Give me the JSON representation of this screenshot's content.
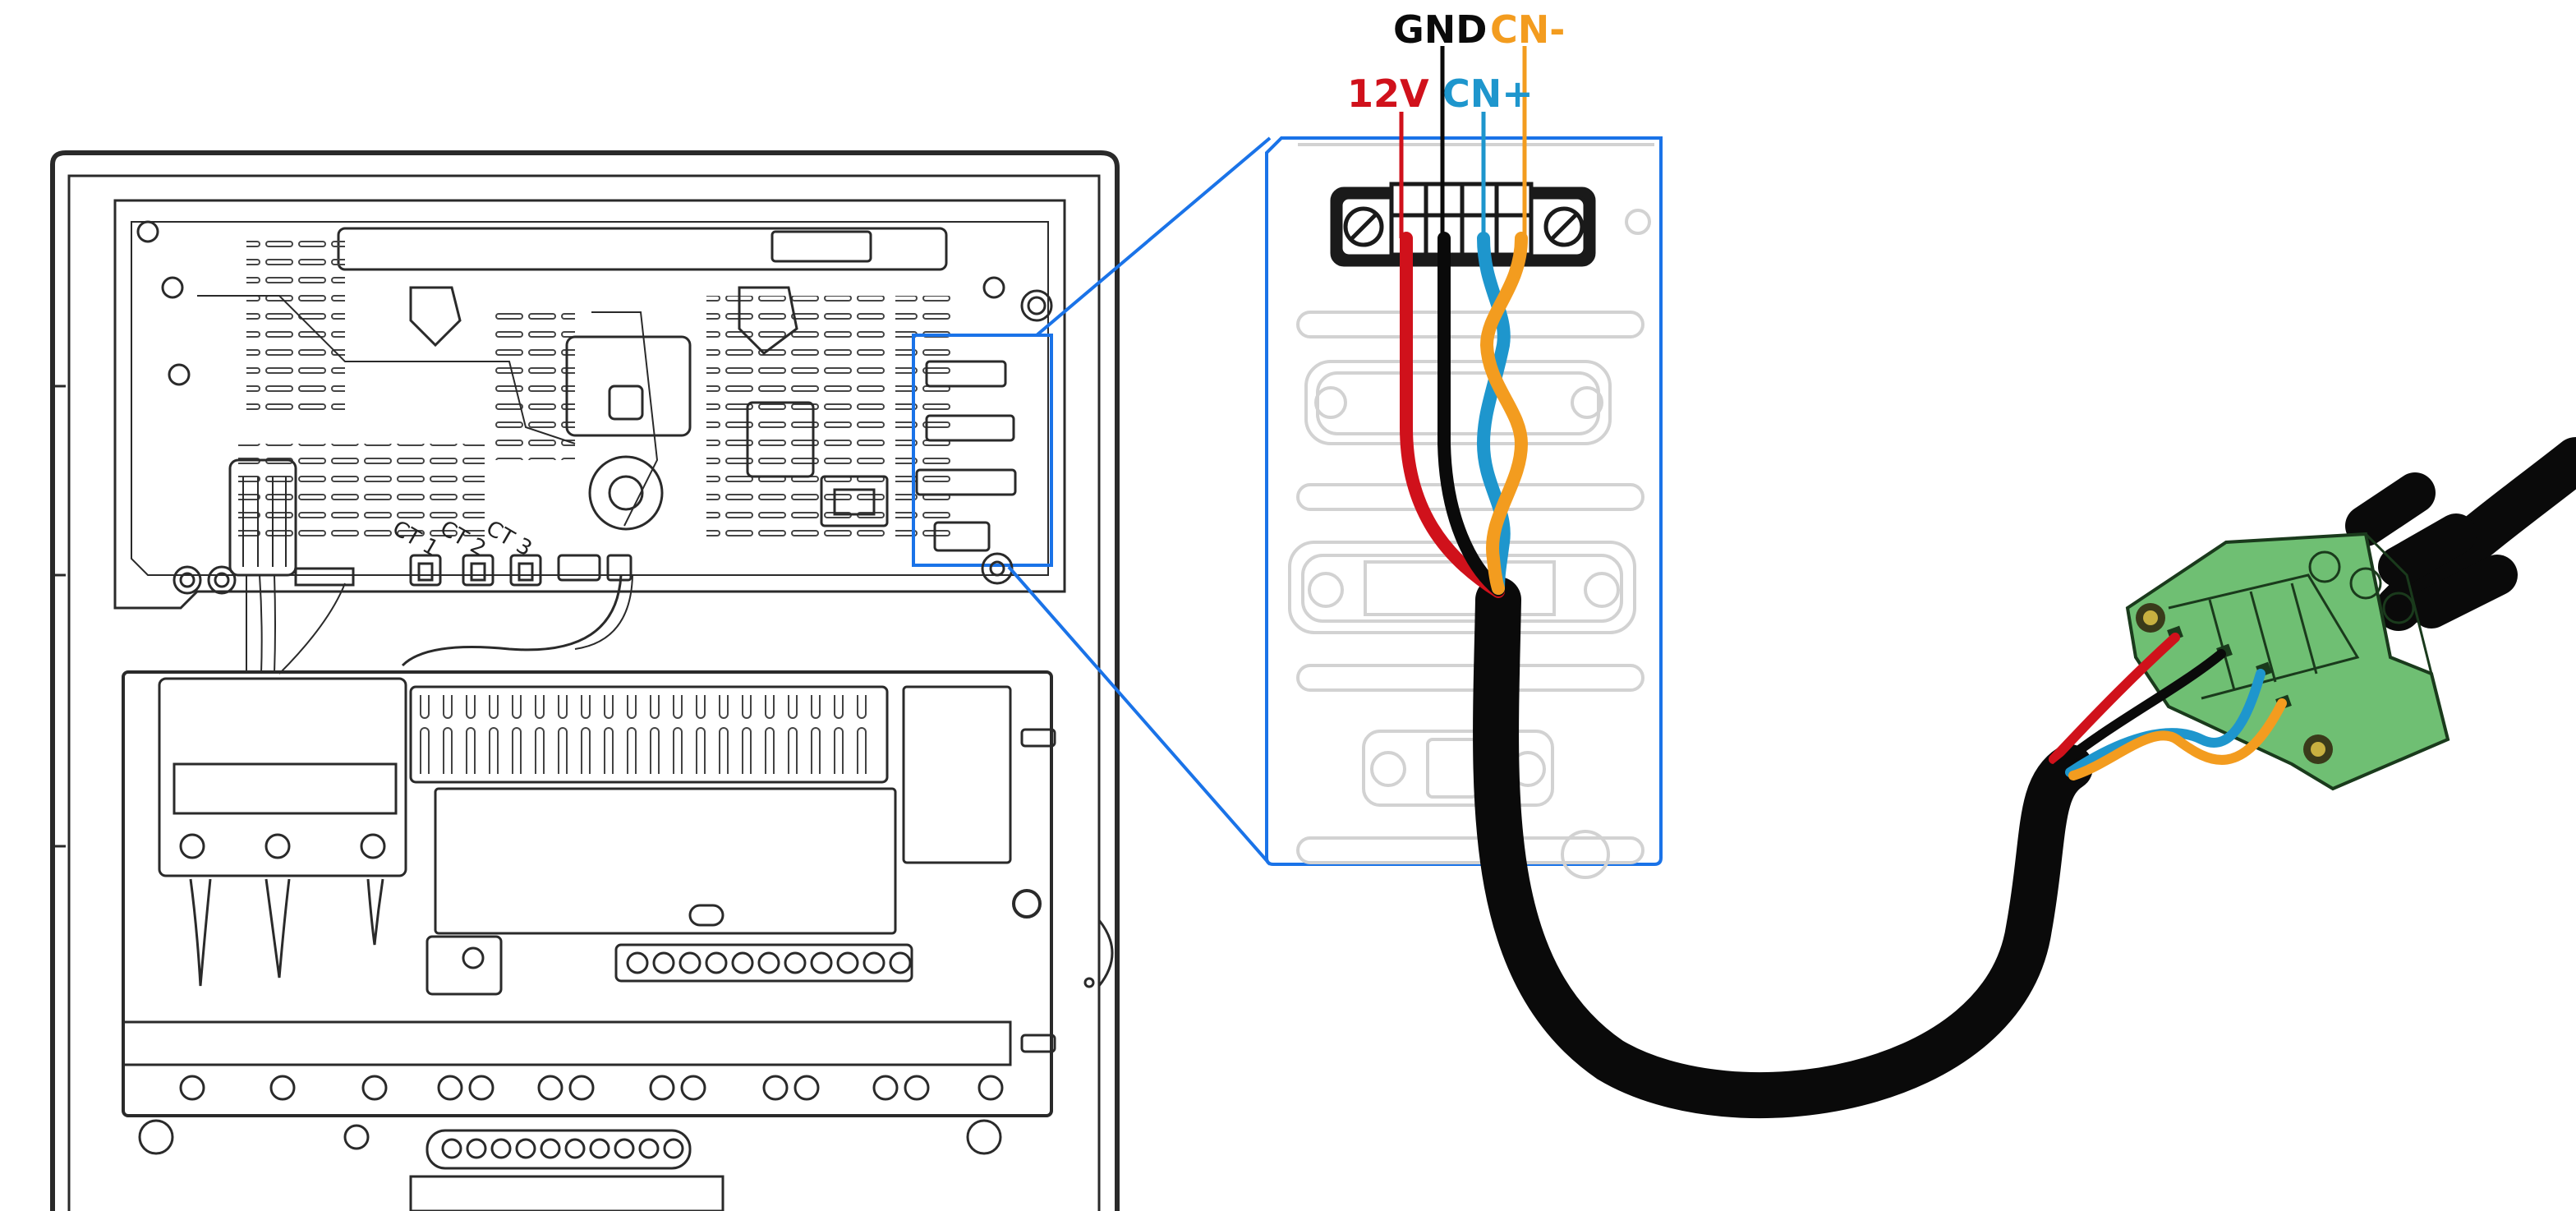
{
  "diagram": {
    "wires": [
      {
        "label": "12V",
        "color": "#d0111b"
      },
      {
        "label": "GND",
        "color": "#0a0a0a"
      },
      {
        "label": "CN+",
        "color": "#1e96cd"
      },
      {
        "label": "CN-",
        "color": "#f39c1f"
      }
    ],
    "ct_labels": [
      {
        "text": "CT 1"
      },
      {
        "text": "CT 2"
      },
      {
        "text": "CT 3"
      }
    ],
    "colors": {
      "highlight": "#1a73e8",
      "connector_green": "#6fbf73",
      "cable": "#0a0a0a",
      "outline": "#2a2a2a"
    }
  }
}
